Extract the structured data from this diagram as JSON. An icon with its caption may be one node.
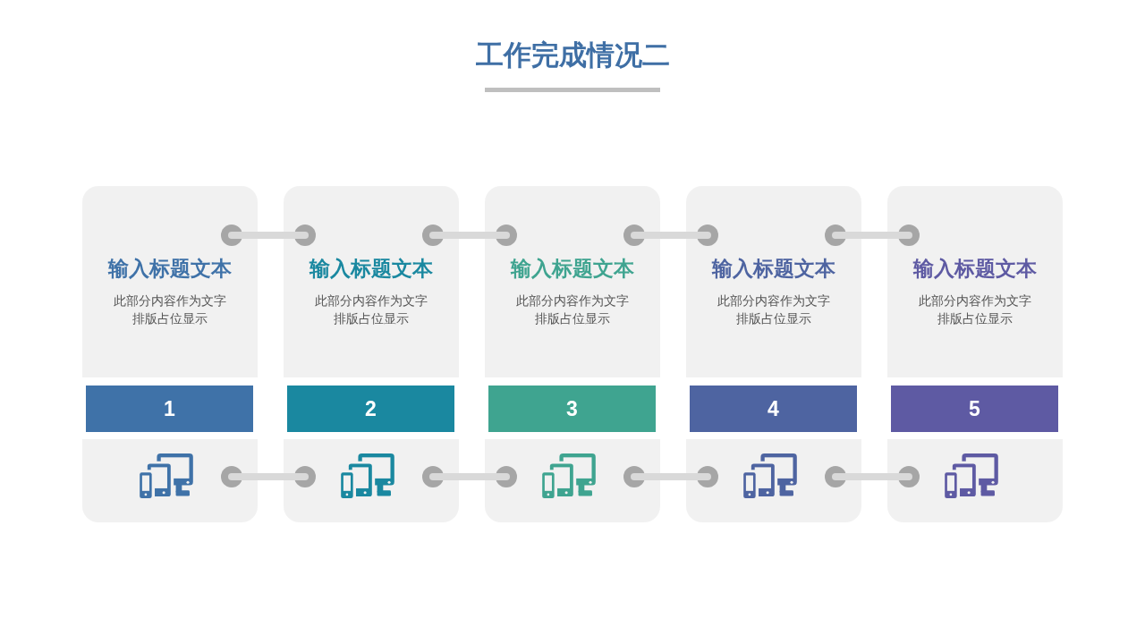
{
  "diagram": {
    "title": "工作完成情况二",
    "nodes": [
      {
        "text": [
          "输入标题文本",
          "此部分内容作为文字排版占位显示"
        ]
      },
      {
        "text": [
          "1"
        ],
        "in": 0
      },
      {
        "text": [
          "输入标题文本",
          "此部分内容作为文字排版占位显示"
        ]
      },
      {
        "text": [
          "2"
        ],
        "in": 2
      },
      {
        "text": [
          "输入标题文本",
          "此部分内容作为文字排版占位显示"
        ]
      },
      {
        "text": [
          "3"
        ],
        "in": 4
      },
      {
        "text": [
          "输入标题文本",
          "此部分内容作为文字排版占位显示"
        ]
      },
      {
        "text": [
          "4"
        ],
        "in": 6
      },
      {
        "text": [
          "输入标题文本",
          "此部分内容作为文字排版占位显示"
        ]
      },
      {
        "text": [
          "5"
        ],
        "in": 8
      }
    ],
    "edges": [
      {
        "from": 0,
        "to": 2,
        "arrow": "other"
      },
      {
        "from": 2,
        "to": 4,
        "arrow": "other"
      },
      {
        "from": 4,
        "to": 6,
        "arrow": "other"
      },
      {
        "from": 6,
        "to": 8,
        "arrow": "other"
      },
      {
        "from": 0,
        "to": 2,
        "arrow": "other"
      },
      {
        "from": 2,
        "to": 4,
        "arrow": "other"
      },
      {
        "from": 4,
        "to": 6,
        "arrow": "other"
      },
      {
        "from": 6,
        "to": 8,
        "arrow": "other"
      }
    ]
  }
}
